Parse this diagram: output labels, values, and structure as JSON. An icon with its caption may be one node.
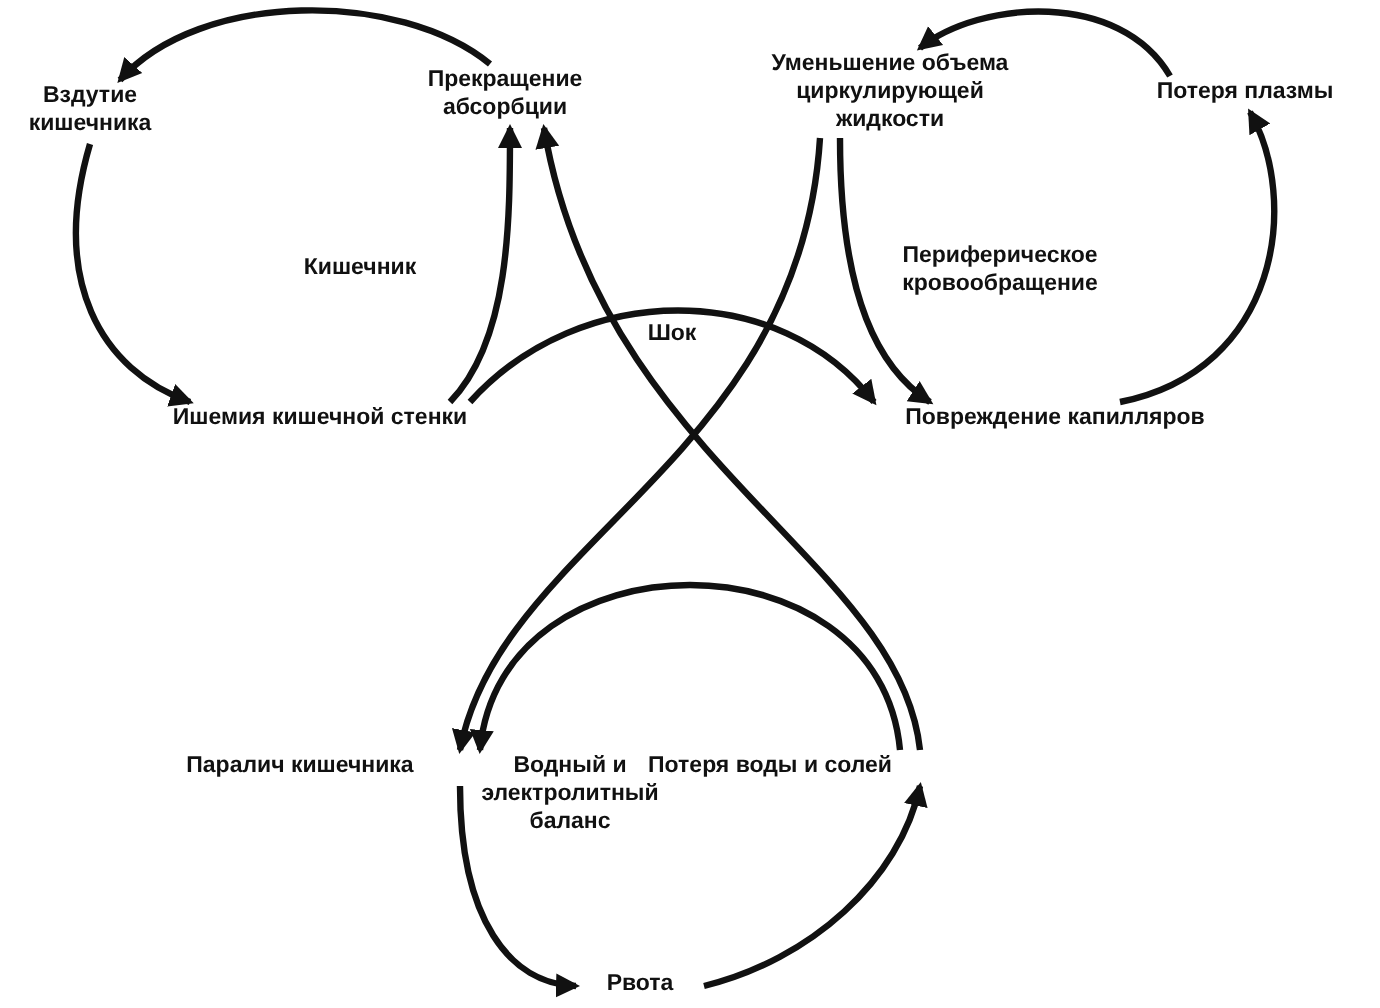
{
  "diagram": {
    "nodes": [
      {
        "text": [
          "Вздутие кишечника"
        ]
      },
      {
        "text": [
          "Прекращение абсорбции"
        ]
      },
      {
        "text": [
          "Уменьшение объема циркулирующей жидкости"
        ]
      },
      {
        "text": [
          "Потеря плазмы"
        ]
      },
      {
        "text": [
          "Ишемия кишечной стенки"
        ]
      },
      {
        "text": [
          "Повреждение капилляров"
        ]
      },
      {
        "text": [
          "Паралич кишечника"
        ]
      },
      {
        "text": [
          "Потеря воды и солей"
        ]
      },
      {
        "text": [
          "Рвота"
        ]
      }
    ],
    "edges": [
      {
        "from": 1,
        "to": 0,
        "arrow": "to"
      },
      {
        "from": 0,
        "to": 4,
        "arrow": "to"
      },
      {
        "from": 4,
        "to": 1,
        "arrow": "to"
      },
      {
        "from": 4,
        "to": 5,
        "arrow": "to"
      },
      {
        "from": 5,
        "to": 3,
        "arrow": "to"
      },
      {
        "from": 3,
        "to": 2,
        "arrow": "to"
      },
      {
        "from": 2,
        "to": 5,
        "arrow": "to"
      },
      {
        "from": 2,
        "to": 6,
        "arrow": "to"
      },
      {
        "from": 7,
        "to": 1,
        "arrow": "to"
      },
      {
        "from": 7,
        "to": 6,
        "arrow": "to"
      },
      {
        "from": 6,
        "to": 8,
        "arrow": "to"
      },
      {
        "from": 8,
        "to": 7,
        "arrow": "to"
      }
    ],
    "labels": [
      "Кишечник",
      "Периферическое кровообращение",
      "Шок",
      "Водный и электролитный баланс"
    ]
  }
}
